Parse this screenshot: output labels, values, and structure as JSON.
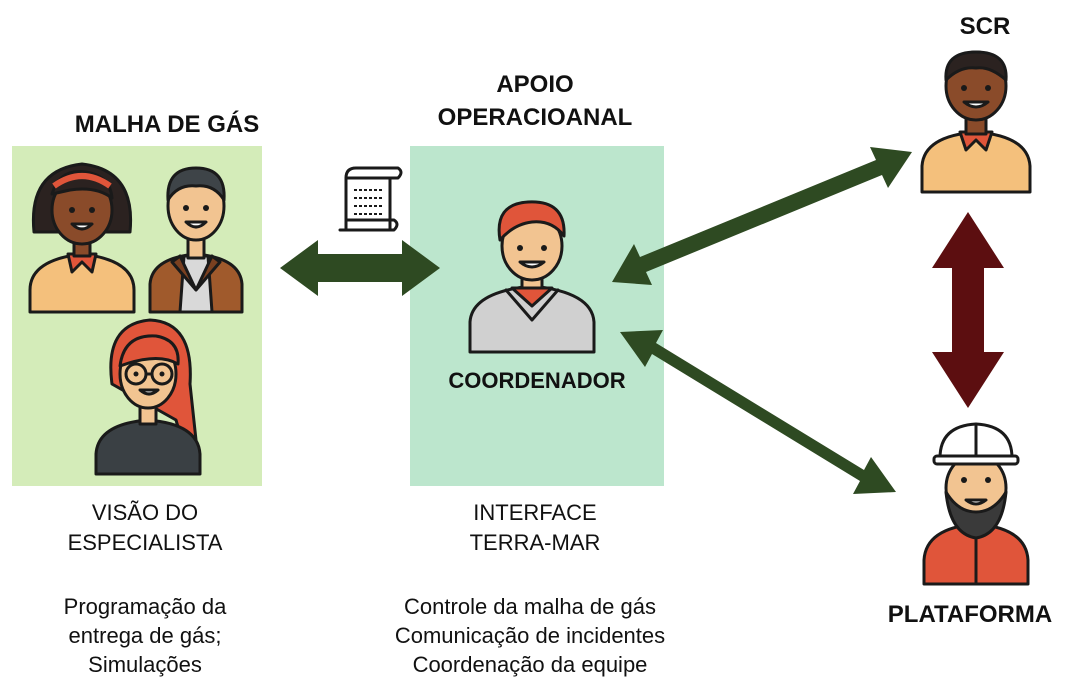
{
  "malha": {
    "title": "MALHA DE GÁS",
    "subtitle_line1": "VISÃO DO",
    "subtitle_line2": "ESPECIALISTA",
    "desc_line1": "Programação da",
    "desc_line2": "entrega de gás;",
    "desc_line3": "Simulações"
  },
  "apoio": {
    "title_line1": "APOIO",
    "title_line2": "OPERACIOANAL",
    "role_label": "COORDENADOR",
    "subtitle_line1": "INTERFACE",
    "subtitle_line2": "TERRA-MAR",
    "desc_line1": "Controle da malha de gás",
    "desc_line2": "Comunicação de incidentes",
    "desc_line3": "Coordenação da equipe"
  },
  "scr": {
    "title": "SCR"
  },
  "plataforma": {
    "title": "PLATAFORMA"
  },
  "colors": {
    "malha_panel": "#d4ecb9",
    "apoio_panel": "#bce6cd",
    "green_arrow": "#2e4a22",
    "red_arrow": "#5c0e10",
    "skin_light": "#f2c491",
    "skin_dark": "#8a4b2a",
    "orange_shirt": "#f4c07c",
    "red_shirt": "#e0553a"
  },
  "icons": [
    "document-icon",
    "woman-icon",
    "man-icon",
    "woman-glasses-icon",
    "coordinator-icon",
    "scr-person-icon",
    "platform-worker-icon"
  ]
}
